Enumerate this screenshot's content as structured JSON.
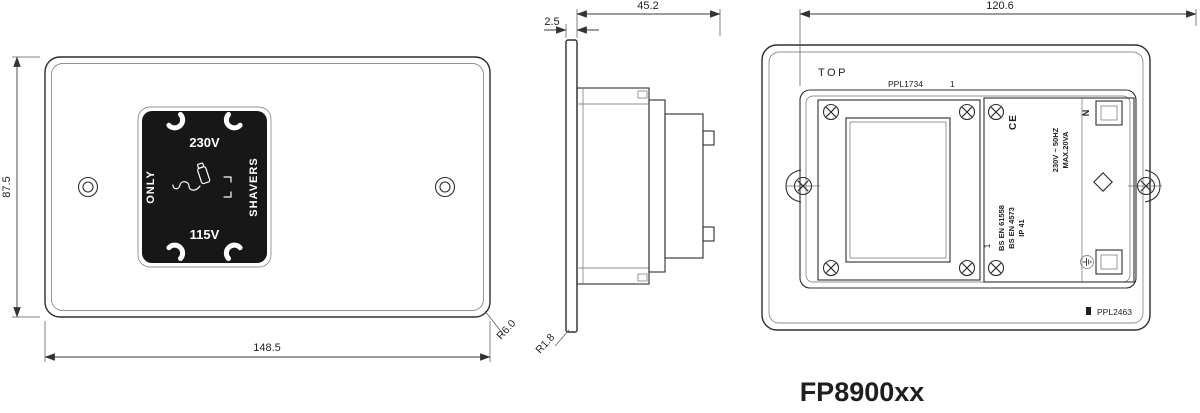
{
  "model_label": "FP8900xx",
  "front_view": {
    "height_dim": "87.5",
    "width_dim": "148.5",
    "corner_radius": "R6.0",
    "socket_top_voltage": "230V",
    "socket_bottom_voltage": "115V",
    "socket_right_text": "SHAVERS",
    "socket_left_text": "ONLY"
  },
  "side_view": {
    "depth_dim": "45.2",
    "plate_thickness_dim": "2.5",
    "corner_radius": "R1.8"
  },
  "rear_view": {
    "width_dim": "120.6",
    "orientation_label": "TOP",
    "part_number_top": "PPL1734",
    "marker_top": "1",
    "marker_side": "1",
    "neutral_terminal": "N",
    "ce_mark": "CE",
    "rating_line1": "230V ~ 50HZ",
    "rating_line2": "MAX.20VA",
    "standard_line1": "BS EN 61558",
    "standard_line2": "BS EN 4573",
    "standard_line3": "IP 41",
    "part_number_bottom": "PPL2463"
  },
  "colors": {
    "line": "#2e2e2e",
    "module_fill": "#171717",
    "module_text": "#ffffff"
  }
}
